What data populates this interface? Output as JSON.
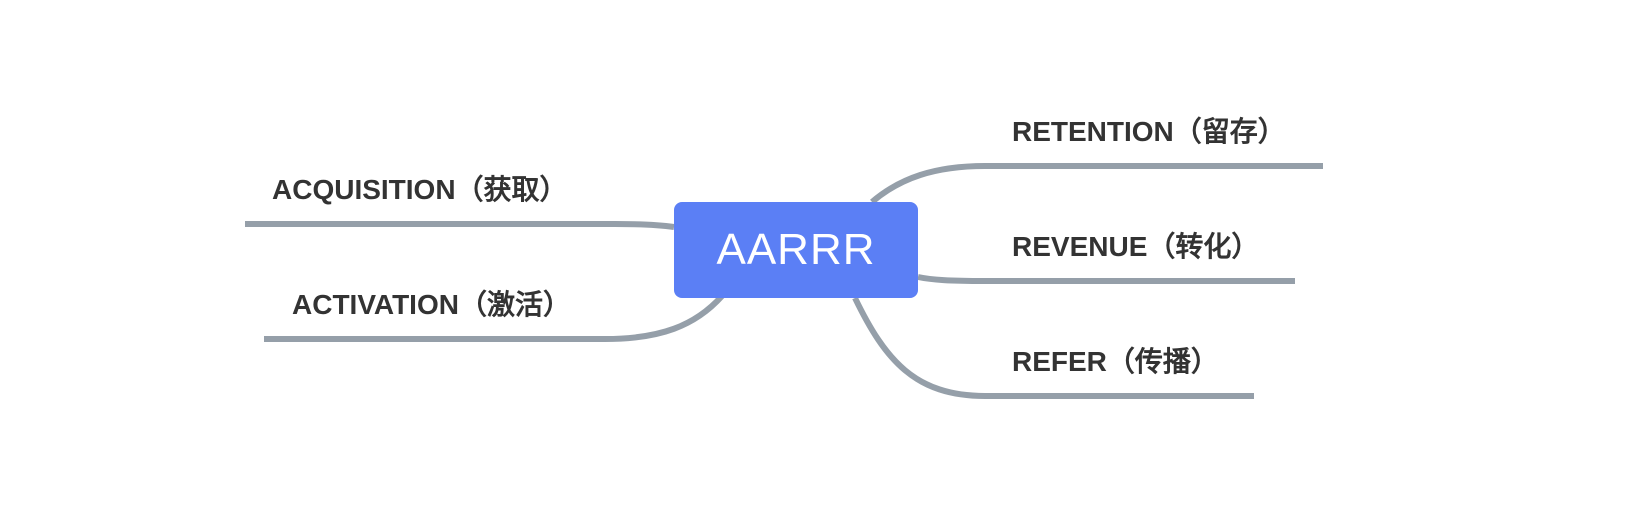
{
  "central_topic": "AARRR",
  "branches": {
    "acquisition": "ACQUISITION（获取）",
    "activation": "ACTIVATION（激活）",
    "retention": "RETENTION（留存）",
    "revenue": "REVENUE（转化）",
    "refer": "REFER（传播）"
  },
  "colors": {
    "central_fill": "#5b7ff5",
    "central_text": "#ffffff",
    "connector": "#959fa9",
    "label_text": "#333333"
  }
}
